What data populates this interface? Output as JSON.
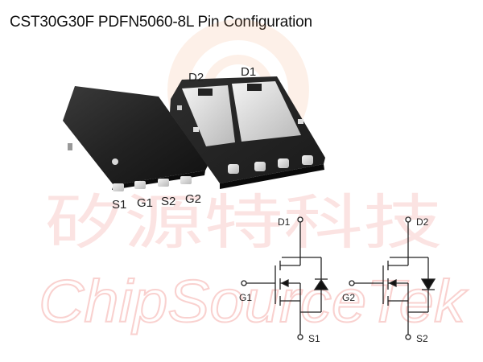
{
  "title": "CST30G30F PDFN5060-8L Pin Configuration",
  "watermark": {
    "cn_text": "矽源特科技",
    "en_text": "ChipSourceTek",
    "color": "#e8332a"
  },
  "package": {
    "top_pin_labels": [
      "S1",
      "G1",
      "S2",
      "G2"
    ],
    "pad_labels": [
      "D2",
      "D1"
    ]
  },
  "schematic_1": {
    "drain": "D1",
    "gate": "G1",
    "source": "S1"
  },
  "schematic_2": {
    "drain": "D2",
    "gate": "G2",
    "source": "S2"
  }
}
